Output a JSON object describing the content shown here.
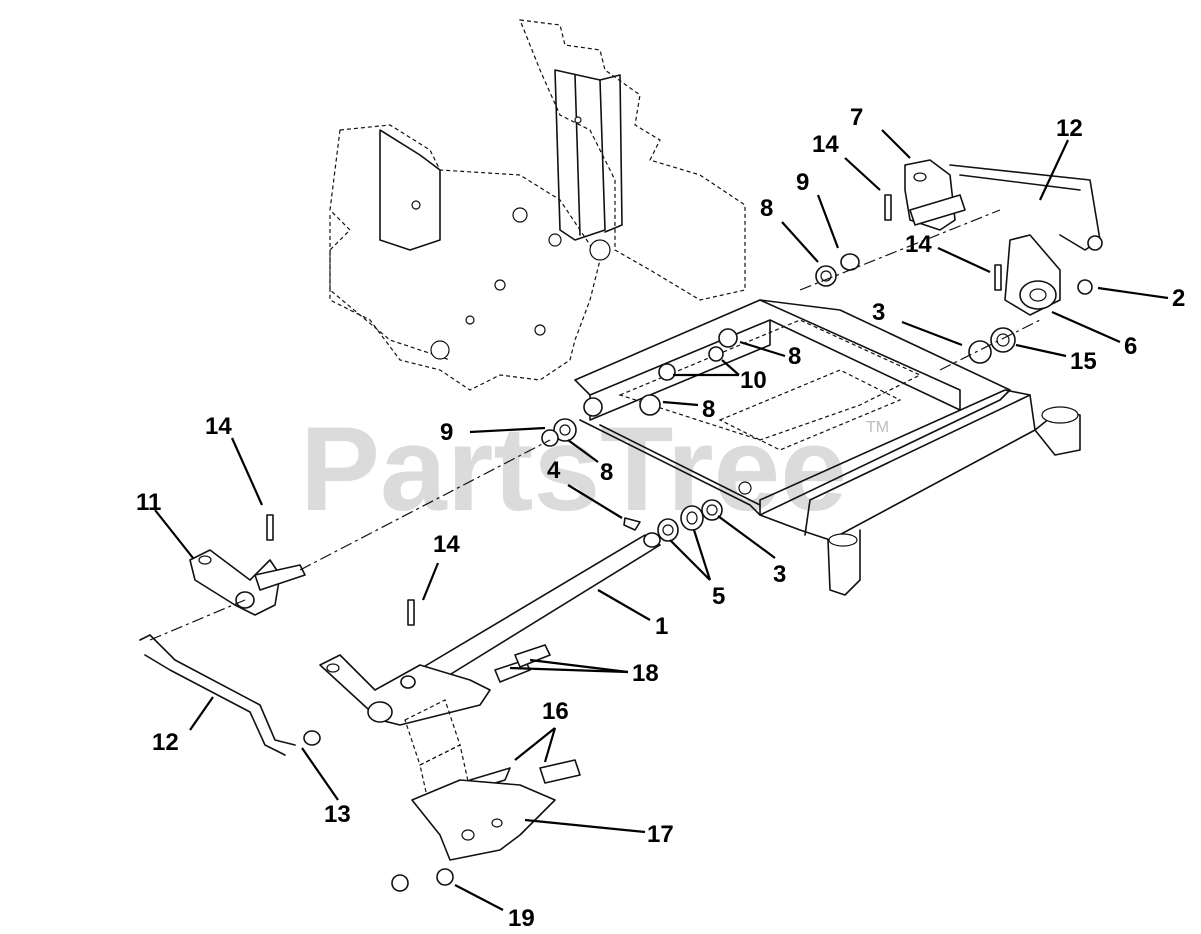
{
  "watermark": {
    "text": "PartsTree",
    "trademark": "TM"
  },
  "callouts": [
    {
      "id": "c7",
      "label": "7"
    },
    {
      "id": "c12a",
      "label": "12"
    },
    {
      "id": "c14a",
      "label": "14"
    },
    {
      "id": "c9a",
      "label": "9"
    },
    {
      "id": "c8a",
      "label": "8"
    },
    {
      "id": "c14b",
      "label": "14"
    },
    {
      "id": "c2",
      "label": "2"
    },
    {
      "id": "c3a",
      "label": "3"
    },
    {
      "id": "c6",
      "label": "6"
    },
    {
      "id": "c15",
      "label": "15"
    },
    {
      "id": "c8b",
      "label": "8"
    },
    {
      "id": "c10",
      "label": "10"
    },
    {
      "id": "c8c",
      "label": "8"
    },
    {
      "id": "c9b",
      "label": "9"
    },
    {
      "id": "c8d",
      "label": "8"
    },
    {
      "id": "c4",
      "label": "4"
    },
    {
      "id": "c14c",
      "label": "14"
    },
    {
      "id": "c11",
      "label": "11"
    },
    {
      "id": "c14d",
      "label": "14"
    },
    {
      "id": "c5",
      "label": "5"
    },
    {
      "id": "c3b",
      "label": "3"
    },
    {
      "id": "c1",
      "label": "1"
    },
    {
      "id": "c18",
      "label": "18"
    },
    {
      "id": "c12b",
      "label": "12"
    },
    {
      "id": "c16",
      "label": "16"
    },
    {
      "id": "c13",
      "label": "13"
    },
    {
      "id": "c17",
      "label": "17"
    },
    {
      "id": "c19",
      "label": "19"
    }
  ]
}
